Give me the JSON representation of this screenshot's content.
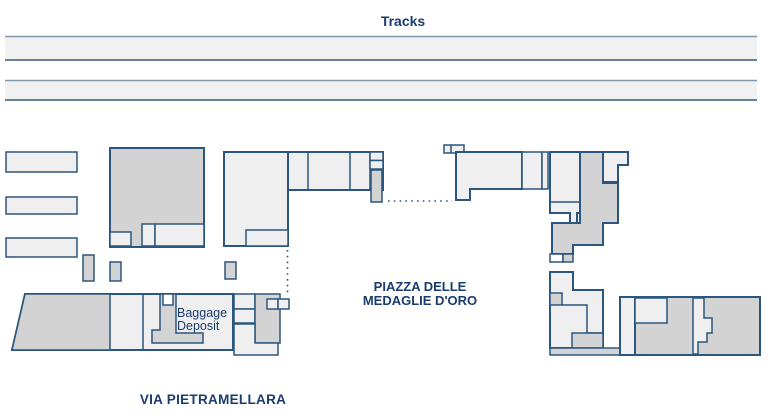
{
  "map": {
    "labels": {
      "tracks": "Tracks",
      "baggage_line1": "Baggage",
      "baggage_line2": "Deposit",
      "piazza_line1": "PIAZZA DELLE",
      "piazza_line2": "MEDAGLIE D'ORO",
      "street": "VIA PIETRAMELLARA"
    },
    "colors": {
      "border_navy": "#2b567f",
      "text_navy": "#1a3c6e",
      "fill_light": "#efefef",
      "fill_dark": "#d3d3d3",
      "fill_track": "#f1f1f1",
      "fill_white": "#ffffff",
      "track_line_top": "#8097ad",
      "track_line_bottom": "#35597f"
    }
  }
}
